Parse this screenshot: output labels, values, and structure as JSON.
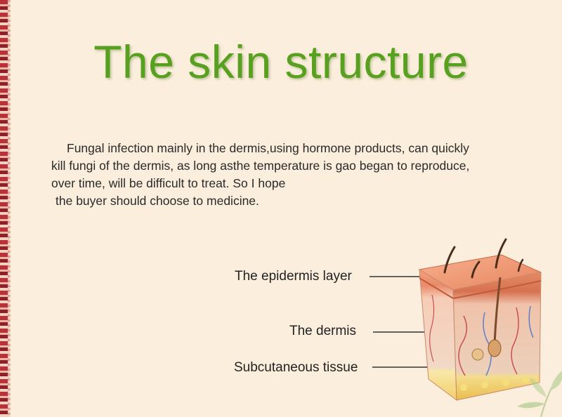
{
  "title": "The skin structure",
  "paragraph_lines": [
    "Fungal infection mainly in the dermis,using hormone products, can quickly",
    "kill fungi of the dermis, as long asthe temperature is gao began to reproduce,",
    "over time, will be difficult to treat. So I hope",
    "the buyer should choose to medicine."
  ],
  "labels": {
    "epidermis": "The epidermis layer",
    "dermis": "The dermis",
    "subcutaneous": "Subcutaneous tissue"
  },
  "colors": {
    "title": "#58a01f",
    "background": "#fbeedc",
    "border": "#b8323a"
  }
}
